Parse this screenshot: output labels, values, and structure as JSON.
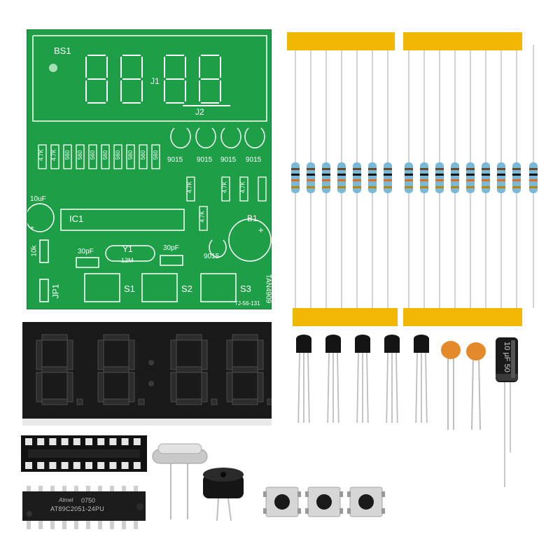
{
  "pcb": {
    "bs1": "BS1",
    "j1": "J1",
    "j2": "J2",
    "ic1": "IC1",
    "y1": "Y1",
    "y1_freq": "12M",
    "c_left": "30pF",
    "c_right": "30pF",
    "cap_10uf": "10uF",
    "r_10k": "10k",
    "jp1": "JP1",
    "b1": "B1",
    "s1": "S1",
    "s2": "S2",
    "s3": "S3",
    "t9015_a": "9015",
    "t9015_b": "9015",
    "t9015_c": "9015",
    "t9015_d": "9015",
    "t9015_e": "9015",
    "r47k_1": "4.7K",
    "r47k_2": "4.7K",
    "r47k_3": "4.7K",
    "r47k_4": "4.7K",
    "r47k_5": "4.7K",
    "r47k_6": "4.7K",
    "r560_1": "560",
    "r560_2": "560",
    "r560_3": "560",
    "r560_4": "560",
    "r560_5": "560",
    "r560_6": "560",
    "r560_7": "560",
    "r560_8": "560",
    "board_id": "TAN4909",
    "board_code": "TJ-56-131",
    "plus": "+"
  },
  "parts": {
    "chip_brand": "Atmel",
    "chip_date": "0750",
    "chip_model": "AT89C2051-24PU",
    "elcap_label": "10 μF 50"
  },
  "colors": {
    "pcb": "#1f9e48",
    "tape": "#f2b705",
    "resistor_body": "#7ab8d8"
  }
}
